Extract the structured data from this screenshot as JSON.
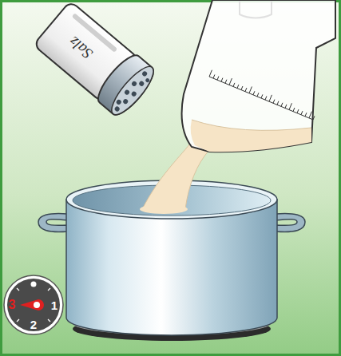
{
  "diagram": {
    "labels": [
      "Salz",
      "3",
      "1",
      "2"
    ]
  }
}
